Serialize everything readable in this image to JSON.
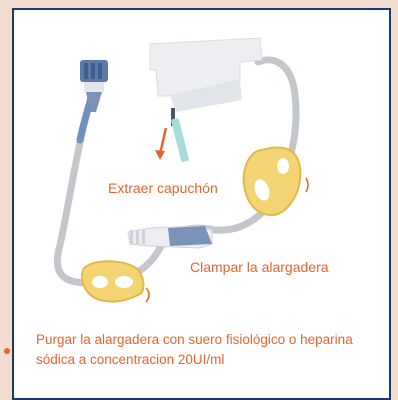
{
  "colors": {
    "background": "#f2ddd0",
    "frame_border": "#1a3a6b",
    "label_text": "#e8642d",
    "tube": "#b9bdc3",
    "clamp": "#f2d472",
    "cap": "#5b7aa6",
    "syringe": "#e9ecef"
  },
  "labels": {
    "remove_cap": "Extraer capuchón",
    "clamp_extension": "Clampar la alargadera"
  },
  "instruction": "Purgar la alargadera con suero fisiológico o heparina sódica a concentracion 20UI/ml"
}
